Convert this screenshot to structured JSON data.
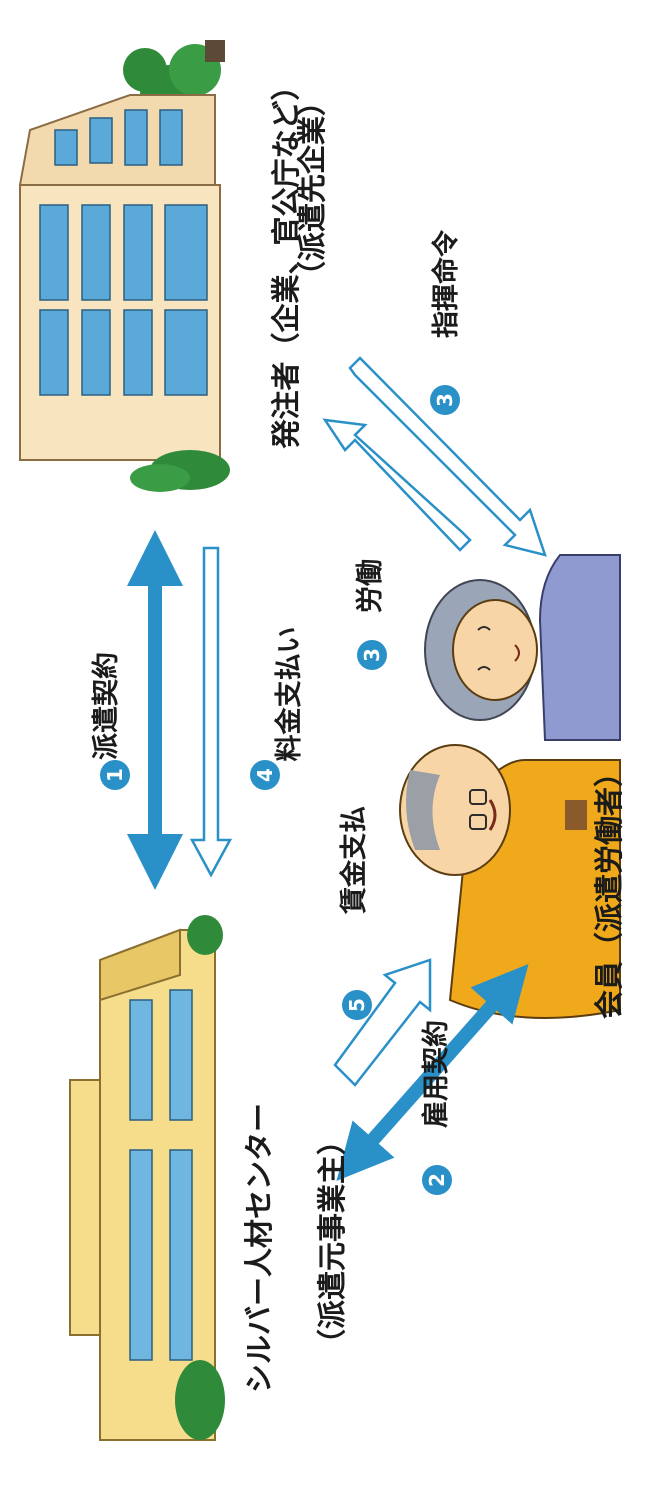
{
  "client": {
    "label": "発注者（企業、官公庁など）",
    "sublabel": "（派遣先企業）"
  },
  "center": {
    "label": "シルバー人材センター",
    "sublabel": "（派遣元事業主）"
  },
  "member": {
    "label": "会員（派遣労働者）"
  },
  "flows": [
    {
      "number": "1",
      "label": "派遣契約"
    },
    {
      "number": "4",
      "label": "料金支払い"
    },
    {
      "number": "2",
      "label": "雇用契約"
    },
    {
      "number": "5",
      "label": "賃金支払"
    },
    {
      "number": "3",
      "label": "労働"
    },
    {
      "number": "3",
      "label": "指揮命令"
    }
  ],
  "colors": {
    "accent_blue": "#2a90c8",
    "building_yellow": "#f6dd8c",
    "member_orange": "#f0a91a",
    "office_beige": "#f8e5bf",
    "window_blue": "#5aa9d8"
  }
}
